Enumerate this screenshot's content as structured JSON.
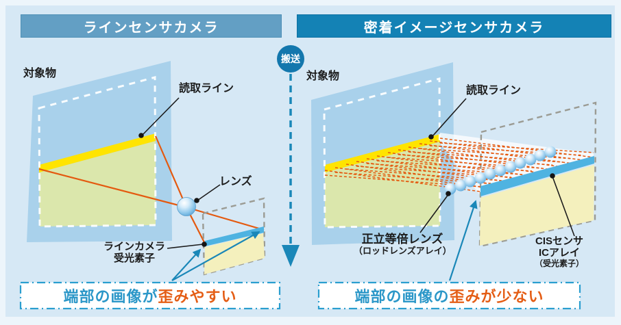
{
  "canvas": {
    "bg_outer": "#edf5fb",
    "bg_inner": "#d6e8f5"
  },
  "left_panel": {
    "title": "ラインセンサカメラ",
    "title_bg": "#639fc4",
    "labels": {
      "object": "対象物",
      "reading_line": "読取ライン",
      "lens": "レンズ",
      "sensor_line1": "ラインカメラ",
      "sensor_line2": "受光素子"
    },
    "caption": {
      "normal": "端部の画像が",
      "highlight": "歪みやすい"
    }
  },
  "conveyance": {
    "label": "搬送"
  },
  "right_panel": {
    "title": "密着イメージセンサカメラ",
    "title_bg": "#1482b5",
    "labels": {
      "object": "対象物",
      "reading_line": "読取ライン",
      "lens_line1": "正立等倍レンズ",
      "lens_line2": "（ロッドレンズアレイ）",
      "sensor_line1": "CISセンサ",
      "sensor_line2": "ICアレイ",
      "sensor_line3": "（受光素子）"
    },
    "caption": {
      "normal": "端部の画像の",
      "highlight": "歪みが少ない"
    }
  },
  "colors": {
    "caption_blue": "#2b97c8",
    "caption_orange": "#e45d15",
    "ray_orange": "#e4590f",
    "arrow_teal": "#1a87b8",
    "reading_line_yellow": "#ffe400",
    "sensor_strip_blue": "#4fb3e1",
    "object_blue": "#a9d1eb",
    "scan_area_green": "#dbe7ac",
    "image_area_yellow": "#f4f0bd",
    "conveyance_blue": "#1377ad"
  }
}
